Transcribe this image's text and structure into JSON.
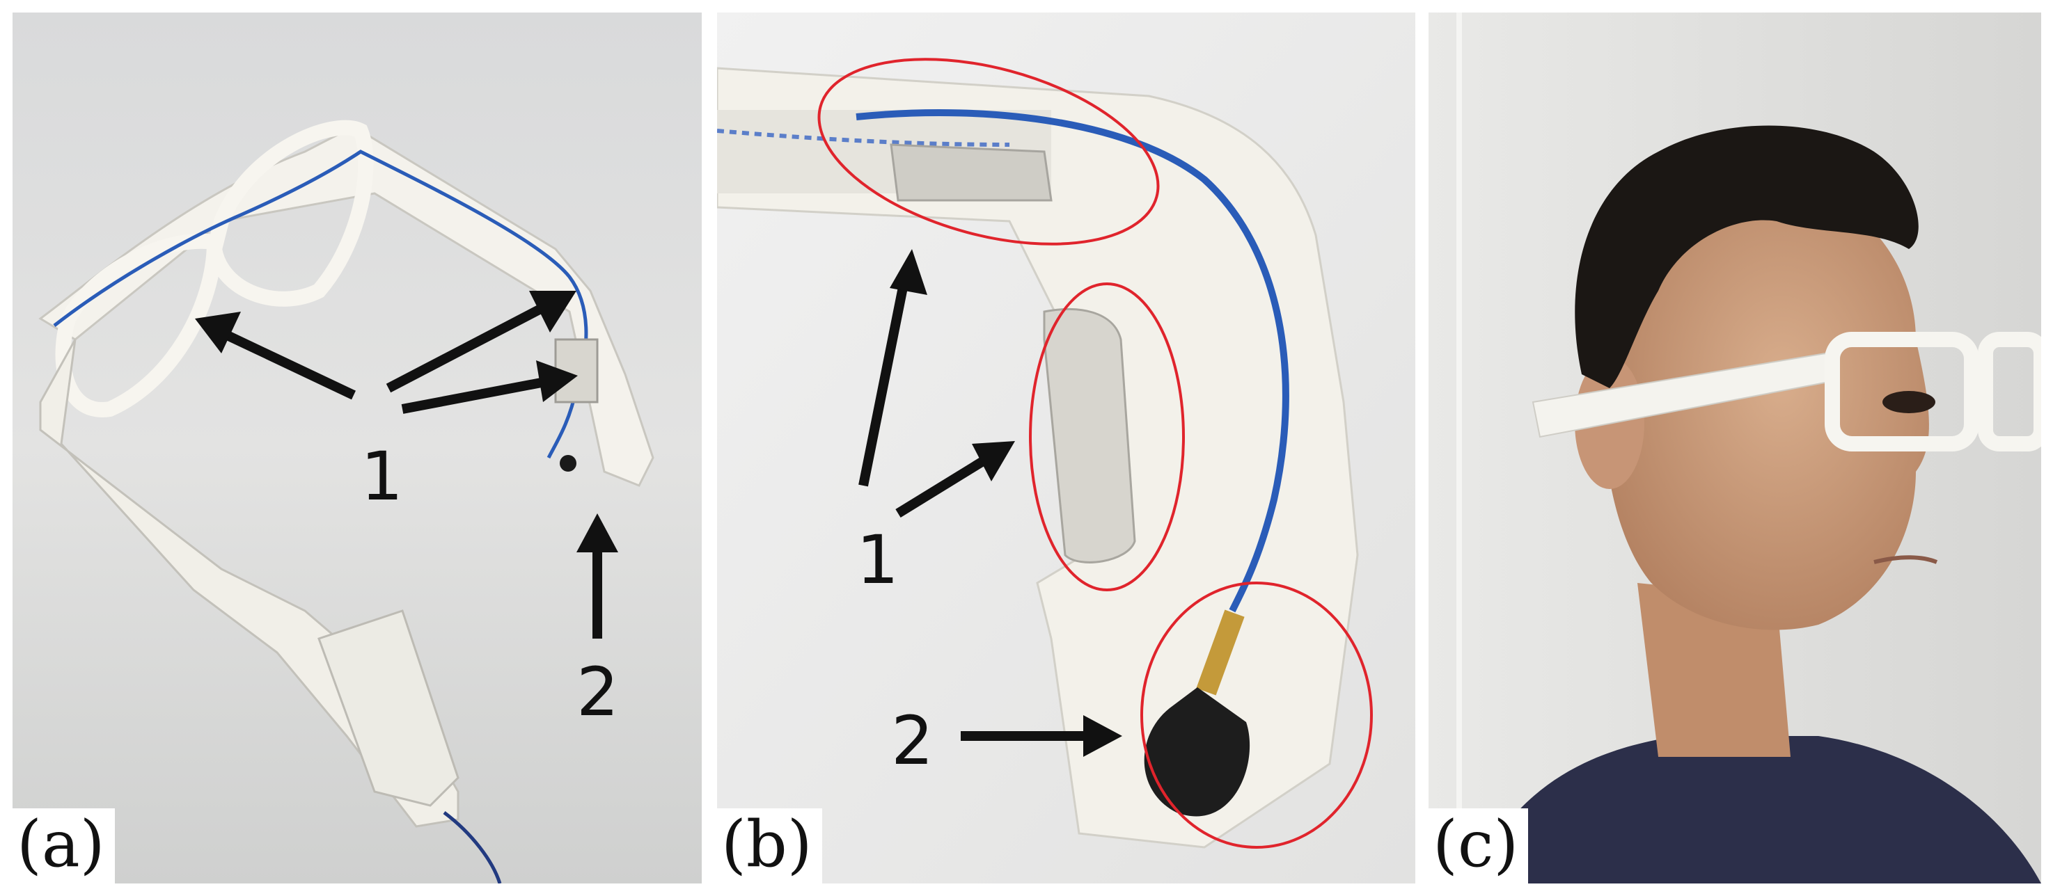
{
  "panels": [
    {
      "label": "(a)",
      "callouts": [
        "1",
        "2"
      ]
    },
    {
      "label": "(b)",
      "callouts": [
        "1",
        "2"
      ]
    },
    {
      "label": "(c)"
    }
  ],
  "colors": {
    "frame": "#f2f0ea",
    "cable": "#2a5cb8",
    "marker_circle": "#e0242c",
    "arrow": "#111111"
  }
}
